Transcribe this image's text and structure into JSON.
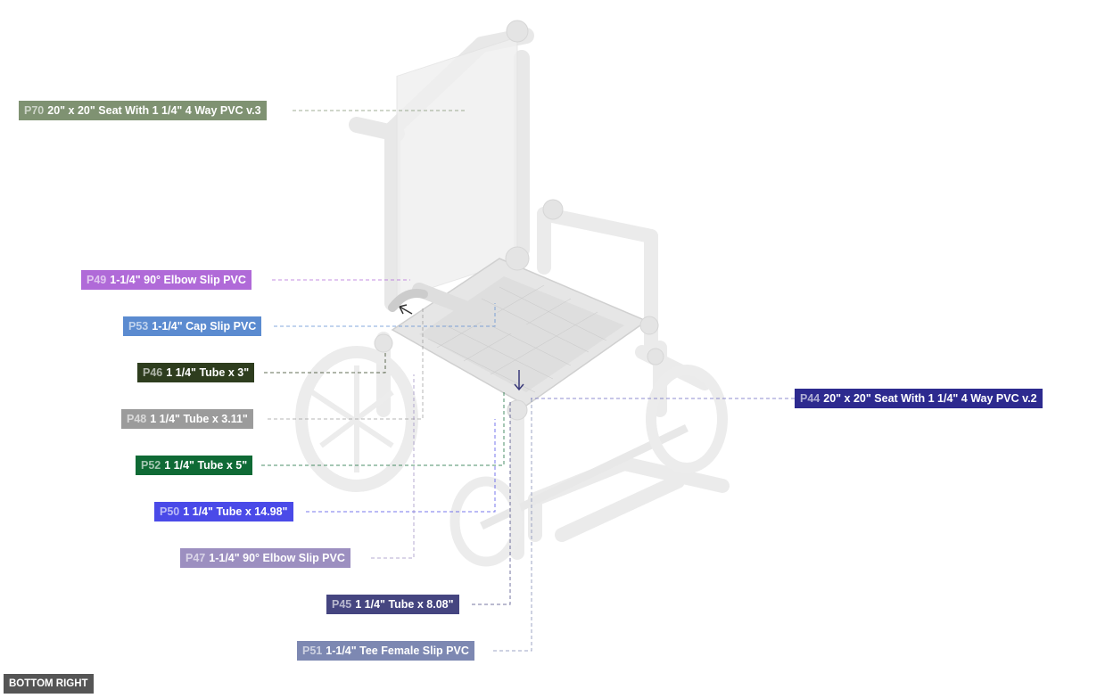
{
  "view_label": "BOTTOM RIGHT",
  "parts": [
    {
      "id": "P70",
      "name": "20\" x 20\" Seat With 1 1/4\" 4 Way PVC v.3",
      "color": "#7f9272"
    },
    {
      "id": "P49",
      "name": "1-1/4\" 90° Elbow Slip PVC",
      "color": "#b06ad8"
    },
    {
      "id": "P53",
      "name": "1-1/4\" Cap Slip PVC",
      "color": "#5b8bd0"
    },
    {
      "id": "P46",
      "name": "1 1/4\" Tube x 3\"",
      "color": "#2e3d1e"
    },
    {
      "id": "P48",
      "name": "1 1/4\" Tube x 3.11\"",
      "color": "#9b9b9b"
    },
    {
      "id": "P52",
      "name": "1 1/4\" Tube x 5\"",
      "color": "#0f6a35"
    },
    {
      "id": "P50",
      "name": "1 1/4\" Tube x 14.98\"",
      "color": "#4a4ae8"
    },
    {
      "id": "P47",
      "name": "1-1/4\" 90° Elbow Slip PVC",
      "color": "#9c8fc0"
    },
    {
      "id": "P45",
      "name": "1 1/4\" Tube x 8.08\"",
      "color": "#454580"
    },
    {
      "id": "P51",
      "name": "1-1/4\" Tee Female Slip PVC",
      "color": "#7d88b2"
    },
    {
      "id": "P44",
      "name": "20\" x 20\" Seat With 1 1/4\" 4 Way PVC v.2",
      "color": "#2d2a8f"
    }
  ]
}
